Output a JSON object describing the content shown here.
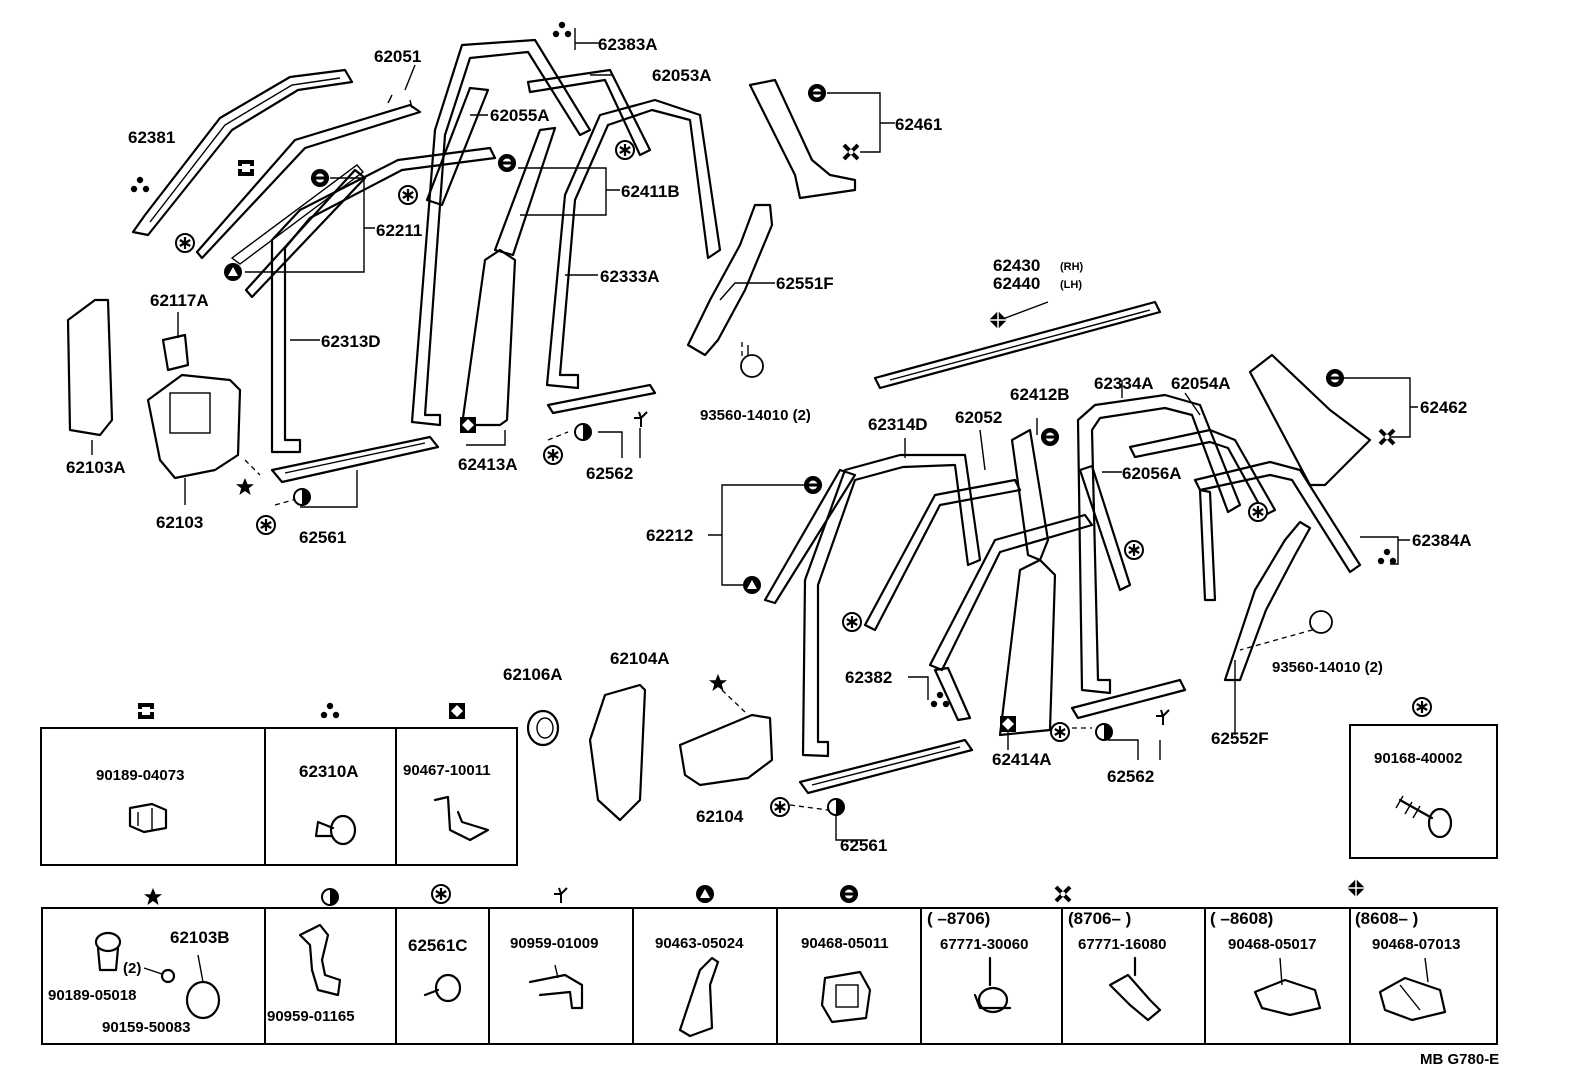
{
  "callouts": [
    {
      "id": "c62381",
      "text": "62381"
    },
    {
      "id": "c62051",
      "text": "62051"
    },
    {
      "id": "c62383A",
      "text": "62383A"
    },
    {
      "id": "c62053A",
      "text": "62053A"
    },
    {
      "id": "c62055A",
      "text": "62055A"
    },
    {
      "id": "c62461",
      "text": "62461"
    },
    {
      "id": "c62411B",
      "text": "62411B"
    },
    {
      "id": "c62211",
      "text": "62211"
    },
    {
      "id": "c62333A",
      "text": "62333A"
    },
    {
      "id": "c62551F",
      "text": "62551F"
    },
    {
      "id": "c62117A",
      "text": "62117A"
    },
    {
      "id": "c62313D",
      "text": "62313D"
    },
    {
      "id": "c62430",
      "text": "62430"
    },
    {
      "id": "c62440",
      "text": "62440"
    },
    {
      "id": "c93560a",
      "text": "93560-14010 (2)"
    },
    {
      "id": "c62103A",
      "text": "62103A"
    },
    {
      "id": "c62413A",
      "text": "62413A"
    },
    {
      "id": "c62562a",
      "text": "62562"
    },
    {
      "id": "c62103",
      "text": "62103"
    },
    {
      "id": "c62561a",
      "text": "62561"
    },
    {
      "id": "c62334A",
      "text": "62334A"
    },
    {
      "id": "c62054A",
      "text": "62054A"
    },
    {
      "id": "c62462",
      "text": "62462"
    },
    {
      "id": "c62314D",
      "text": "62314D"
    },
    {
      "id": "c62052",
      "text": "62052"
    },
    {
      "id": "c62412B",
      "text": "62412B"
    },
    {
      "id": "c62056A",
      "text": "62056A"
    },
    {
      "id": "c62212",
      "text": "62212"
    },
    {
      "id": "c62384A",
      "text": "62384A"
    },
    {
      "id": "c93560b",
      "text": "93560-14010 (2)"
    },
    {
      "id": "c62382",
      "text": "62382"
    },
    {
      "id": "c62106A",
      "text": "62106A"
    },
    {
      "id": "c62104A",
      "text": "62104A"
    },
    {
      "id": "c62104",
      "text": "62104"
    },
    {
      "id": "c62414A",
      "text": "62414A"
    },
    {
      "id": "c62562b",
      "text": "62562"
    },
    {
      "id": "c62552F",
      "text": "62552F"
    },
    {
      "id": "c62561b",
      "text": "62561"
    }
  ],
  "side_tags": {
    "rh": "(RH)",
    "lh": "(LH)"
  },
  "table_top": [
    {
      "part": "90189-04073"
    },
    {
      "part": "62310A"
    },
    {
      "part": "90467-10011"
    }
  ],
  "table_right": {
    "part": "90168-40002"
  },
  "table_bottom": [
    {
      "part": "90189-05018",
      "extra": "62103B",
      "qty": "(2)",
      "part2": "90159-50083"
    },
    {
      "part": "90959-01165"
    },
    {
      "part": "62561C"
    },
    {
      "part": "90959-01009"
    },
    {
      "part": "90463-05024"
    },
    {
      "part": "90468-05011"
    },
    {
      "range": "(      –8706)",
      "part": "67771-30060"
    },
    {
      "range": "(8706–       )",
      "part": "67771-16080"
    },
    {
      "range": "(      –8608)",
      "part": "90468-05017"
    },
    {
      "range": "(8608–       )",
      "part": "90468-07013"
    }
  ],
  "footer_code": "MB  G780-E"
}
